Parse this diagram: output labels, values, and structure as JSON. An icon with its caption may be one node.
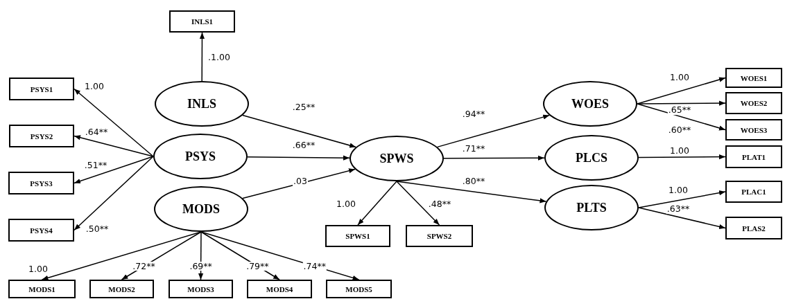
{
  "diagram": {
    "nodes": [
      {
        "text": [
          "INLS1"
        ]
      },
      {
        "text": [
          "PSYS1"
        ]
      },
      {
        "text": [
          "INLS"
        ]
      },
      {
        "text": [
          "WOES"
        ]
      },
      {
        "text": [
          "WOES1"
        ]
      },
      {
        "text": [
          "WOES2"
        ]
      },
      {
        "text": [
          "WOES3"
        ]
      },
      {
        "text": [
          "PSYS2"
        ]
      },
      {
        "text": [
          "PSYS"
        ]
      },
      {
        "text": [
          "SPWS"
        ]
      },
      {
        "text": [
          "PLCS"
        ]
      },
      {
        "text": [
          "PLAT1"
        ]
      },
      {
        "text": [
          "PSYS3"
        ]
      },
      {
        "text": [
          "MODS"
        ]
      },
      {
        "text": [
          "PLTS"
        ]
      },
      {
        "text": [
          "PLAC1"
        ]
      },
      {
        "text": [
          "PLAS2"
        ]
      },
      {
        "text": [
          "PSYS4"
        ]
      },
      {
        "text": [
          "SPWS1"
        ]
      },
      {
        "text": [
          "SPWS2"
        ]
      },
      {
        "text": [
          "MODS1"
        ]
      },
      {
        "text": [
          "MODS2"
        ]
      },
      {
        "text": [
          "MODS3"
        ]
      },
      {
        "text": [
          "MODS4"
        ]
      },
      {
        "text": [
          "MODS5"
        ]
      }
    ],
    "edges": [
      {
        "from": 2,
        "to": 0,
        "arrow": "to",
        "label": ".1.00"
      },
      {
        "from": 8,
        "to": 1,
        "arrow": "to",
        "label": "1.00"
      },
      {
        "from": 8,
        "to": 7,
        "arrow": "to",
        "label": ".64**"
      },
      {
        "from": 8,
        "to": 12,
        "arrow": "to",
        "label": ".51**"
      },
      {
        "from": 8,
        "to": 17,
        "arrow": "to",
        "label": ".50**"
      },
      {
        "from": 2,
        "to": 9,
        "arrow": "to",
        "label": ".25**"
      },
      {
        "from": 8,
        "to": 9,
        "arrow": "to",
        "label": ".66**"
      },
      {
        "from": 13,
        "to": 9,
        "arrow": "to",
        "label": ".03"
      },
      {
        "from": 9,
        "to": 3,
        "arrow": "to",
        "label": ".94**"
      },
      {
        "from": 9,
        "to": 10,
        "arrow": "to",
        "label": ".71**"
      },
      {
        "from": 9,
        "to": 14,
        "arrow": "to",
        "label": ".80**"
      },
      {
        "from": 9,
        "to": 18,
        "arrow": "to",
        "label": "1.00"
      },
      {
        "from": 9,
        "to": 19,
        "arrow": "to",
        "label": ".48**"
      },
      {
        "from": 3,
        "to": 4,
        "arrow": "to",
        "label": "1.00"
      },
      {
        "from": 3,
        "to": 5,
        "arrow": "to",
        "label": ".65**"
      },
      {
        "from": 3,
        "to": 6,
        "arrow": "to",
        "label": ".60**"
      },
      {
        "from": 10,
        "to": 11,
        "arrow": "to",
        "label": "1.00"
      },
      {
        "from": 14,
        "to": 15,
        "arrow": "to",
        "label": "1.00"
      },
      {
        "from": 14,
        "to": 16,
        "arrow": "to",
        "label": ".63**"
      },
      {
        "from": 13,
        "to": 20,
        "arrow": "to",
        "label": "1.00"
      },
      {
        "from": 13,
        "to": 21,
        "arrow": "to",
        "label": ".72**"
      },
      {
        "from": 13,
        "to": 22,
        "arrow": "to",
        "label": ".69**"
      },
      {
        "from": 13,
        "to": 23,
        "arrow": "to",
        "label": ".79**"
      },
      {
        "from": 13,
        "to": 24,
        "arrow": "to",
        "label": ".74**"
      }
    ]
  }
}
